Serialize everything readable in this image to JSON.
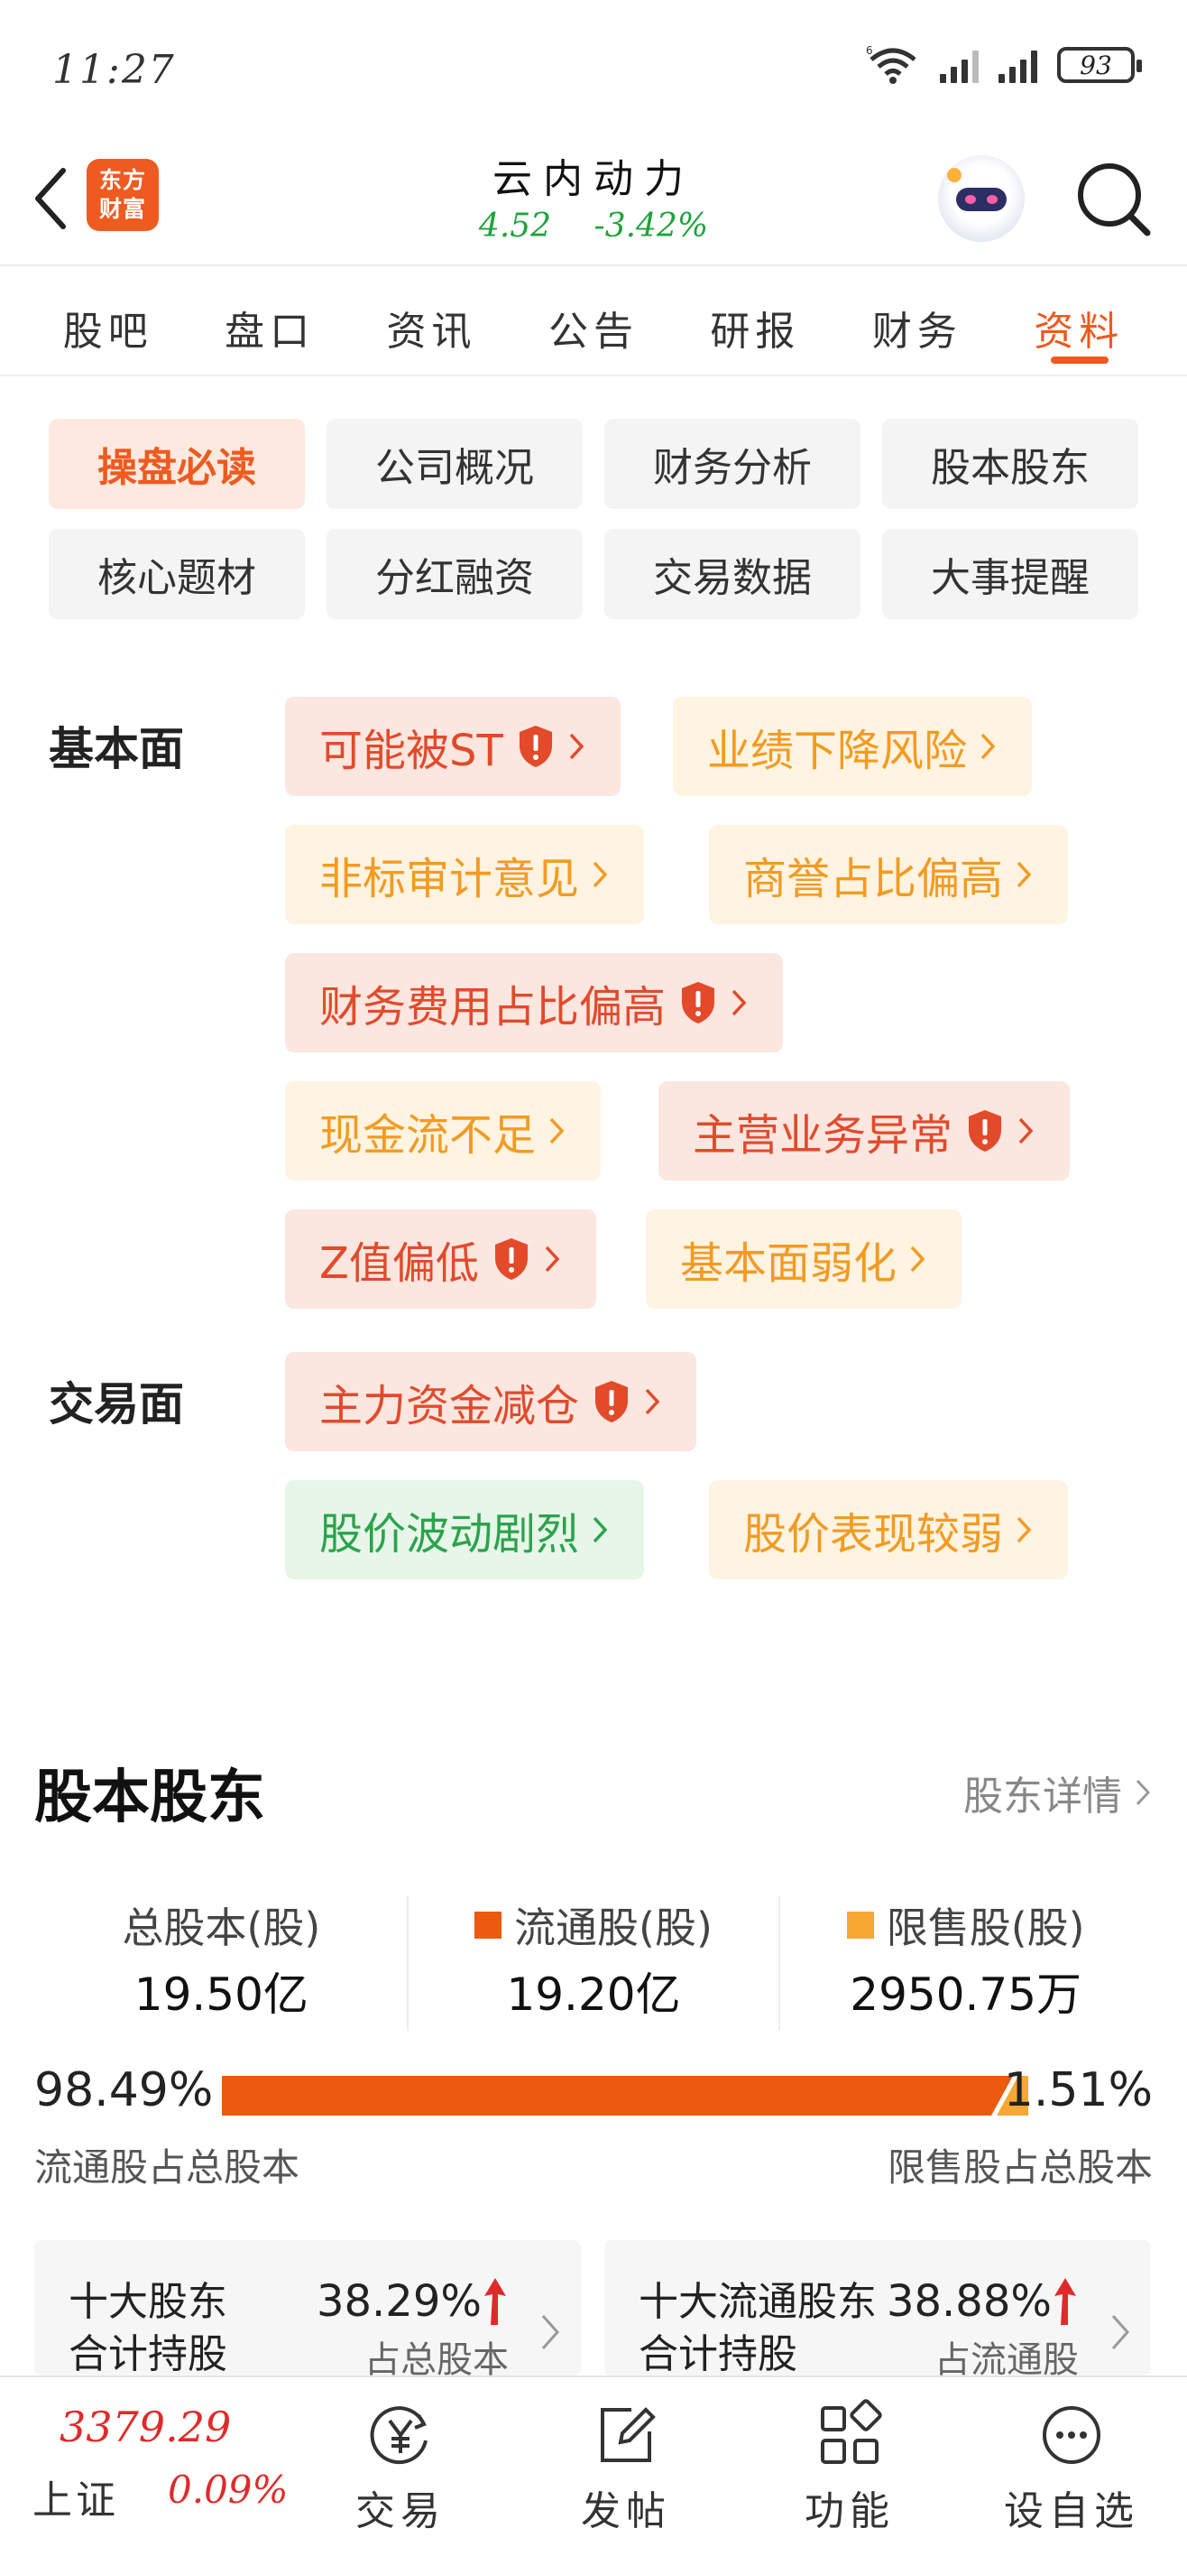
{
  "status_bar": {
    "time": "11:27",
    "battery": "93"
  },
  "header": {
    "brand": "东方财富",
    "stock_name": "云内动力",
    "price": "4.52",
    "change": "-3.42%"
  },
  "tabs": [
    {
      "label": "股吧"
    },
    {
      "label": "盘口"
    },
    {
      "label": "资讯"
    },
    {
      "label": "公告"
    },
    {
      "label": "研报"
    },
    {
      "label": "财务"
    },
    {
      "label": "资料",
      "active": true
    }
  ],
  "subnav": [
    {
      "label": "操盘必读",
      "active": true
    },
    {
      "label": "公司概况"
    },
    {
      "label": "财务分析"
    },
    {
      "label": "股本股东"
    },
    {
      "label": "核心题材"
    },
    {
      "label": "分红融资"
    },
    {
      "label": "交易数据"
    },
    {
      "label": "大事提醒"
    }
  ],
  "risk": {
    "fundamental_label": "基本面",
    "trading_label": "交易面",
    "fundamental_tags": [
      {
        "label": "可能被ST",
        "level": "red",
        "warn": true
      },
      {
        "label": "业绩下降风险",
        "level": "orange",
        "warn": false
      },
      {
        "label": "非标审计意见",
        "level": "orange",
        "warn": false
      },
      {
        "label": "商誉占比偏高",
        "level": "orange",
        "warn": false
      },
      {
        "label": "财务费用占比偏高",
        "level": "red",
        "warn": true
      },
      {
        "label": "现金流不足",
        "level": "orange",
        "warn": false
      },
      {
        "label": "主营业务异常",
        "level": "red",
        "warn": true
      },
      {
        "label": "Z值偏低",
        "level": "red",
        "warn": true
      },
      {
        "label": "基本面弱化",
        "level": "orange",
        "warn": false
      }
    ],
    "trading_tags": [
      {
        "label": "主力资金减仓",
        "level": "red",
        "warn": true
      },
      {
        "label": "股价波动剧烈",
        "level": "green",
        "warn": false
      },
      {
        "label": "股价表现较弱",
        "level": "orange",
        "warn": false
      }
    ]
  },
  "equity": {
    "title": "股本股东",
    "detail_link": "股东详情",
    "stats": [
      {
        "label": "总股本(股)",
        "value": "19.50亿"
      },
      {
        "label": "流通股(股)",
        "value": "19.20亿",
        "color": "#ec5a10"
      },
      {
        "label": "限售股(股)",
        "value": "2950.75万",
        "color": "#f8a832"
      }
    ],
    "ratio": {
      "float_pct": "98.49%",
      "restricted_pct": "1.51%",
      "float_value": 98.49,
      "float_desc": "流通股占总股本",
      "restricted_desc": "限售股占总股本"
    },
    "holder_cards": [
      {
        "title_line1": "十大股东",
        "title_line2": "合计持股",
        "value": "38.29%",
        "sub": "占总股本"
      },
      {
        "title_line1": "十大流通股东",
        "title_line2": "合计持股",
        "value": "38.88%",
        "sub": "占流通股"
      }
    ]
  },
  "bottom_bar": {
    "index_value": "3379.29",
    "index_name": "上证",
    "index_change": "0.09%",
    "items": [
      {
        "label": "交易",
        "icon": "yuan-cycle-icon"
      },
      {
        "label": "发帖",
        "icon": "edit-icon"
      },
      {
        "label": "功能",
        "icon": "grid-icon"
      },
      {
        "label": "设自选",
        "icon": "more-icon"
      }
    ]
  },
  "colors": {
    "accent": "#ee5a1f",
    "down": "#1fa33b",
    "up": "#e02a2a",
    "float_bar": "#ec5a10",
    "restricted_bar": "#f8a832"
  }
}
